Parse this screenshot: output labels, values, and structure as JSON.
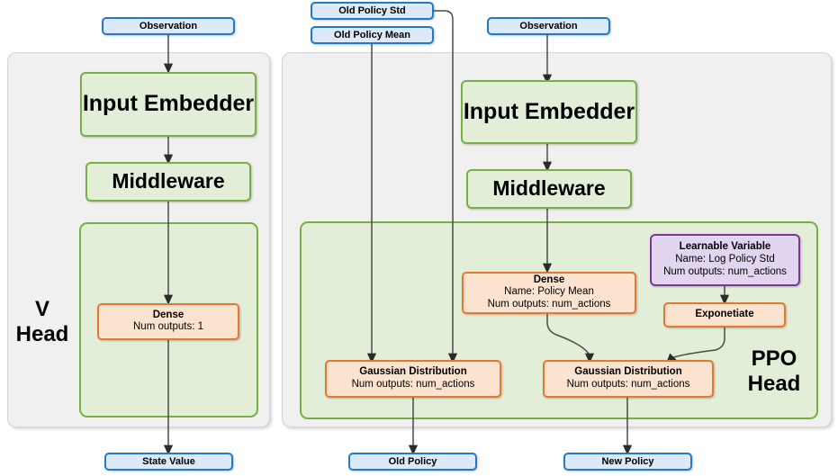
{
  "diagram": {
    "title": "PPO agent network architecture",
    "colors": {
      "io_fill": "#dbe9f8",
      "io_stroke": "#1f7cc4",
      "module_fill": "#e2eed8",
      "module_stroke": "#76b043",
      "op_fill": "#fce3d0",
      "op_stroke": "#e8772e",
      "variable_fill": "#e2d5ef",
      "variable_stroke": "#7b359b",
      "panel_fill": "#f0f0f0",
      "panel_stroke": "#d4d4d4",
      "arrow": "#404040"
    },
    "groups": {
      "v_head": {
        "label_line1": "V",
        "label_line2": "Head"
      },
      "ppo_head": {
        "label_line1": "PPO",
        "label_line2": "Head"
      }
    },
    "inputs": {
      "observation_left": "Observation",
      "old_policy_std": "Old Policy Std",
      "old_policy_mean": "Old Policy Mean",
      "observation_right": "Observation"
    },
    "outputs": {
      "state_value": "State Value",
      "old_policy": "Old Policy",
      "new_policy": "New Policy"
    },
    "v_head_nodes": {
      "input_embedder": "Input Embedder",
      "middleware": "Middleware",
      "dense_title": "Dense",
      "dense_sub": "Num outputs: 1"
    },
    "ppo_head_nodes": {
      "input_embedder": "Input Embedder",
      "middleware": "Middleware",
      "dense_title": "Dense",
      "dense_sub1": "Name: Policy Mean",
      "dense_sub2": "Num outputs: num_actions",
      "learnable_title": "Learnable Variable",
      "learnable_sub1": "Name: Log Policy Std",
      "learnable_sub2": "Num outputs: num_actions",
      "exponentiate": "Exponetiate",
      "gaussian_old_title": "Gaussian Distribution",
      "gaussian_old_sub": "Num outputs: num_actions",
      "gaussian_new_title": "Gaussian Distribution",
      "gaussian_new_sub": "Num outputs: num_actions"
    }
  }
}
